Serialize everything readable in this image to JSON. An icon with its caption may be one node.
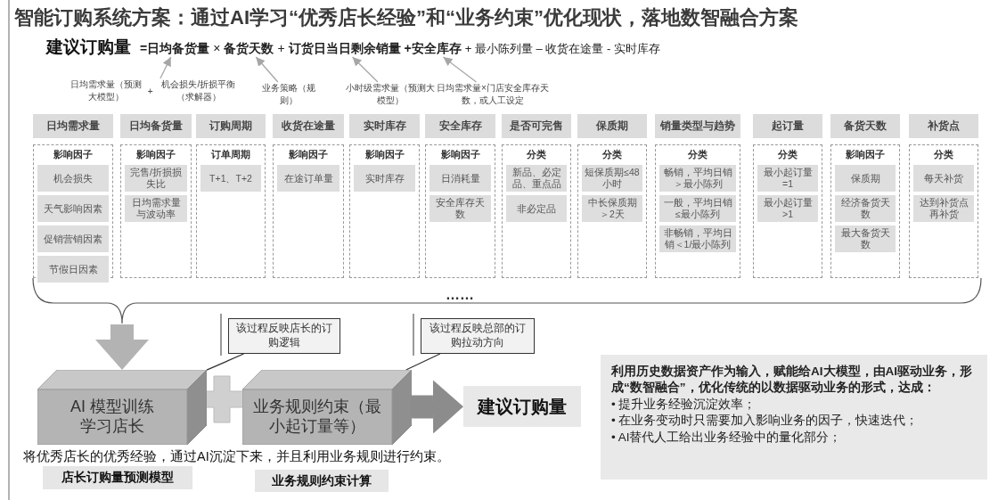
{
  "diagram": {
    "title": "智能订购系统方案：通过AI学习“优秀店长经验”和“业务约束”优化现状，落地数智融合方案",
    "nodes": [
      {
        "text": [
          "=日均备货量"
        ]
      },
      {
        "text": [
          "备货天数"
        ]
      },
      {
        "text": [
          "订货日当日剩余销量"
        ]
      },
      {
        "text": [
          "+安全库存"
        ]
      },
      {
        "text": [
          "日均需求量（预测大模型）",
          "+",
          "机会损失/折损平衡（求解器）"
        ]
      },
      {
        "text": [
          "业务策略（规则）"
        ]
      },
      {
        "text": [
          "小时级需求量（预测大模型）"
        ]
      },
      {
        "text": [
          "日均需求量×门店安全库存天数，或人工设定"
        ]
      },
      {
        "text": [
          "日均需求量"
        ]
      },
      {
        "text": [
          "影响因子"
        ]
      },
      {
        "text": [
          "机会损失"
        ],
        "in": 9
      },
      {
        "text": [
          "天气影响因素"
        ],
        "in": 9
      },
      {
        "text": [
          "促销营销因素"
        ],
        "in": 9
      },
      {
        "text": [
          "节假日因素"
        ],
        "in": 9
      },
      {
        "text": [
          "日均备货量"
        ]
      },
      {
        "text": [
          "影响因子"
        ]
      },
      {
        "text": [
          "完售/折损损失比"
        ],
        "in": 15
      },
      {
        "text": [
          "日均需求量与波动率"
        ],
        "in": 15
      },
      {
        "text": [
          "订购周期"
        ]
      },
      {
        "text": [
          "订单周期"
        ]
      },
      {
        "text": [
          "T+1、T+2"
        ],
        "in": 19
      },
      {
        "text": [
          "收货在途量"
        ]
      },
      {
        "text": [
          "影响因子"
        ]
      },
      {
        "text": [
          "在途订单量"
        ],
        "in": 22
      },
      {
        "text": [
          "实时库存"
        ]
      },
      {
        "text": [
          "影响因子"
        ]
      },
      {
        "text": [
          "实时库存"
        ],
        "in": 25
      },
      {
        "text": [
          "安全库存"
        ]
      },
      {
        "text": [
          "影响因子"
        ]
      },
      {
        "text": [
          "日消耗量"
        ],
        "in": 28
      },
      {
        "text": [
          "安全库存天数"
        ],
        "in": 28
      },
      {
        "text": [
          "是否可完售"
        ]
      },
      {
        "text": [
          "分类"
        ]
      },
      {
        "text": [
          "新品、必定品、重点品"
        ],
        "in": 32
      },
      {
        "text": [
          "非必定品"
        ],
        "in": 32
      },
      {
        "text": [
          "保质期"
        ]
      },
      {
        "text": [
          "分类"
        ]
      },
      {
        "text": [
          "短保质期≤48小时"
        ],
        "in": 36
      },
      {
        "text": [
          "中长保质期＞2天"
        ],
        "in": 36
      },
      {
        "text": [
          "销量类型与趋势"
        ]
      },
      {
        "text": [
          "分类"
        ]
      },
      {
        "text": [
          "畅销，平均日销＞最小陈列"
        ],
        "in": 40
      },
      {
        "text": [
          "一般，平均日销≤最小陈列"
        ],
        "in": 40
      },
      {
        "text": [
          "非畅销，平均日销＜1/最小陈列"
        ],
        "in": 40
      },
      {
        "text": [
          "起订量"
        ]
      },
      {
        "text": [
          "分类"
        ]
      },
      {
        "text": [
          "最小起订量=1"
        ],
        "in": 45
      },
      {
        "text": [
          "最小起订量>1"
        ],
        "in": 45
      },
      {
        "text": [
          "备货天数"
        ]
      },
      {
        "text": [
          "影响因子"
        ]
      },
      {
        "text": [
          "保质期"
        ],
        "in": 49
      },
      {
        "text": [
          "经济备货天数"
        ],
        "in": 49
      },
      {
        "text": [
          "最大备货天数"
        ],
        "in": 49
      },
      {
        "text": [
          "补货点"
        ]
      },
      {
        "text": [
          "分类"
        ]
      },
      {
        "text": [
          "每天补货"
        ],
        "in": 54
      },
      {
        "text": [
          "达到补货点再补货"
        ],
        "in": 54
      },
      {
        "text": [
          "该过程反映店长的订购逻辑"
        ]
      },
      {
        "text": [
          "该过程反映总部的订购拉动方向"
        ]
      },
      {
        "text": [
          "AI 模型训练学习店长"
        ]
      },
      {
        "text": [
          "业务规则约束（最小起订量等）"
        ]
      },
      {
        "text": [
          "建议订购量"
        ]
      },
      {
        "text": [
          "店长订购量预测模型"
        ]
      },
      {
        "text": [
          "业务规则约束计算"
        ]
      },
      {
        "text": [
          "利用历史数据资产作为输入，赋能给AI大模型，由AI驱动业务，形成“数智融合”，优化传统的以数据驱动业务的形式，达成：",
          "• 提升业务经验沉淀效率；",
          "• 在业务变动时只需要加入影响业务的因子，快速迭代；",
          "• AI替代人工给出业务经验中的量化部分；"
        ]
      },
      {
        "text": [],
        "shape": "brace"
      }
    ],
    "edges": [
      {
        "from": 4,
        "to": 0,
        "arrow": "to"
      },
      {
        "from": 5,
        "to": 1,
        "arrow": "to"
      },
      {
        "from": 6,
        "to": 2,
        "arrow": "to"
      },
      {
        "from": 7,
        "to": 3,
        "arrow": "to"
      },
      {
        "from": 65,
        "to": 59,
        "arrow": "to",
        "style": "thick",
        "color": "#b3b3b3"
      },
      {
        "from": 57,
        "to": 59,
        "arrow": "none",
        "color": "#333333"
      },
      {
        "from": 58,
        "to": 60,
        "arrow": "none",
        "color": "#333333"
      },
      {
        "from": 60,
        "to": 61,
        "arrow": "to",
        "style": "thick",
        "color": "#8c8c8c"
      }
    ],
    "labels": [
      "建议订购量",
      "×",
      "+",
      "+ 最小陈列量 – 收货在途量 - 实时库存",
      "……",
      "将优秀店长的优秀经验，通过AI沉淀下来，并且利用业务规则进行约束。"
    ]
  }
}
